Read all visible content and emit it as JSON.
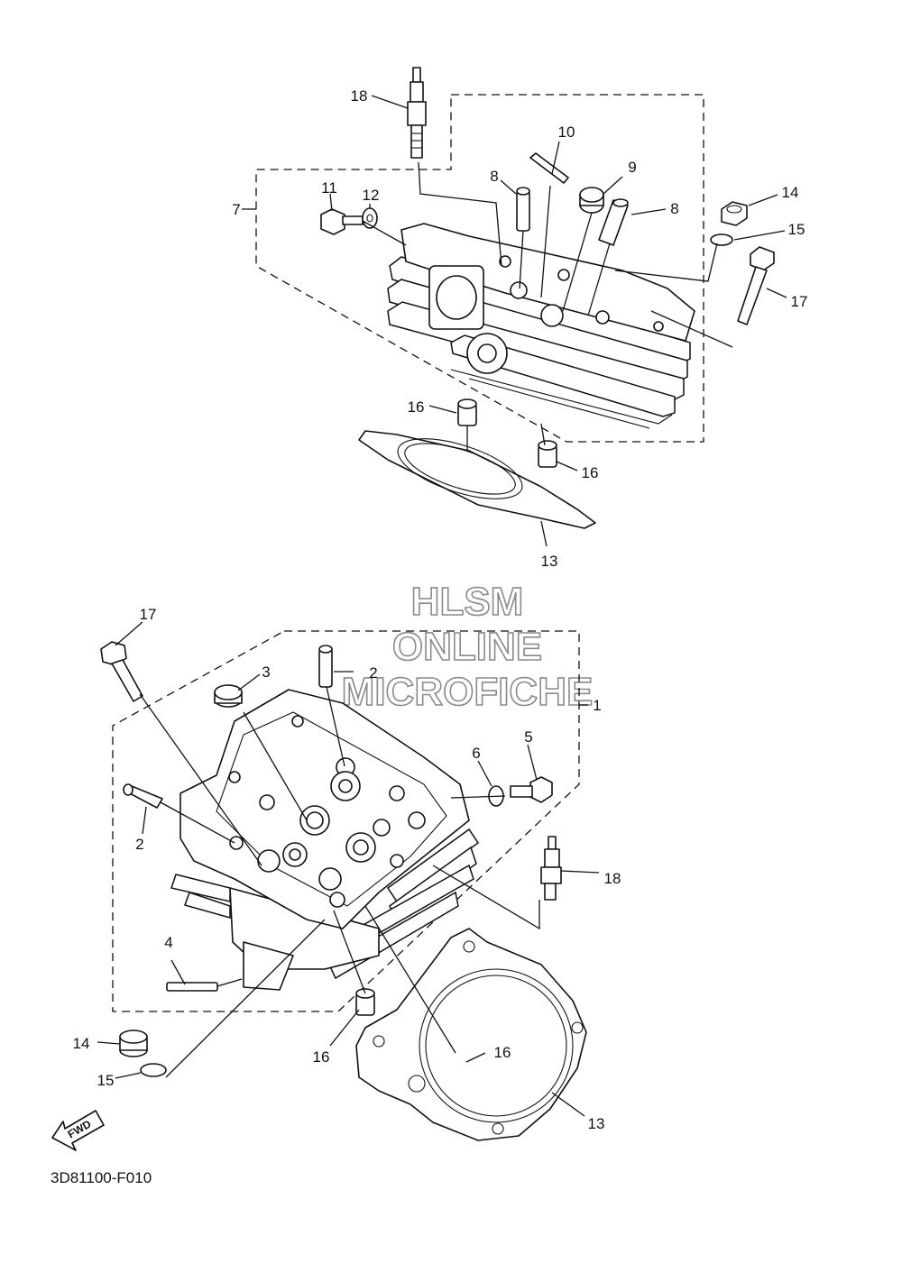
{
  "diagram_code": "3D81100-F010",
  "watermark": {
    "line1": "HLSM",
    "line2": "ONLINE",
    "line3": "MICROFICHE"
  },
  "fwd_label": "FWD",
  "upper_callouts": {
    "c18": "18",
    "c10": "10",
    "c9": "9",
    "c8a": "8",
    "c8b": "8",
    "c7": "7",
    "c11": "11",
    "c12": "12",
    "c14": "14",
    "c15": "15",
    "c17": "17",
    "c16a": "16",
    "c16b": "16",
    "c13": "13"
  },
  "lower_callouts": {
    "c17": "17",
    "c3": "3",
    "c2a": "2",
    "c1": "1",
    "c6": "6",
    "c5": "5",
    "c2b": "2",
    "c18": "18",
    "c4": "4",
    "c14": "14",
    "c15": "15",
    "c16a": "16",
    "c16b": "16",
    "c13": "13"
  }
}
